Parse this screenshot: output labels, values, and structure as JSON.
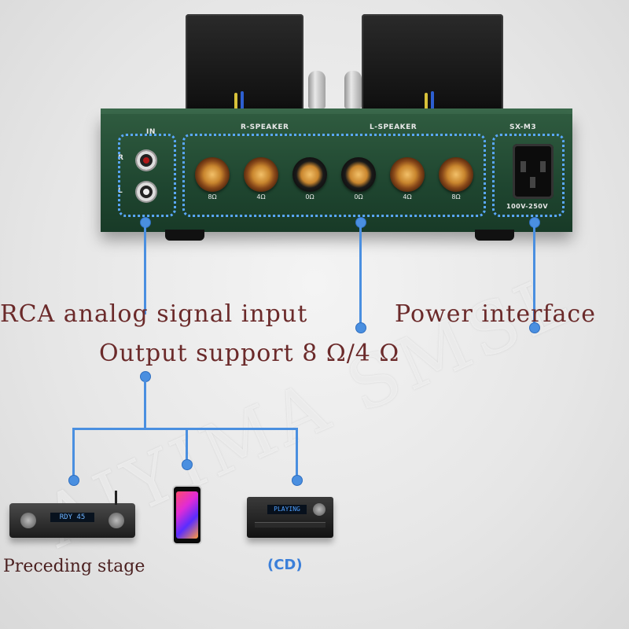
{
  "captions": {
    "rca_input": "RCA analog signal input",
    "power_interface": "Power interface",
    "output_support": "Output support 8 Ω/4 Ω",
    "preceding_stage": "Preceding stage",
    "cd": "(CD)"
  },
  "panel": {
    "in_label": "IN",
    "r_label": "R",
    "l_label": "L",
    "r_speaker": "R-SPEAKER",
    "l_speaker": "L-SPEAKER",
    "model": "SX-M3",
    "voltage": "100V-250V",
    "post_labels": [
      "8Ω",
      "4Ω",
      "0Ω",
      "0Ω",
      "4Ω",
      "8Ω"
    ]
  },
  "devices": {
    "preamp_display": "RDY 45",
    "cd_display": "PLAYING"
  },
  "watermark": "AIYIMA SMSL",
  "colors": {
    "accent_blue": "#4a8fe0",
    "caption": "#6b2a2a",
    "chassis_green": "#1f4630"
  }
}
